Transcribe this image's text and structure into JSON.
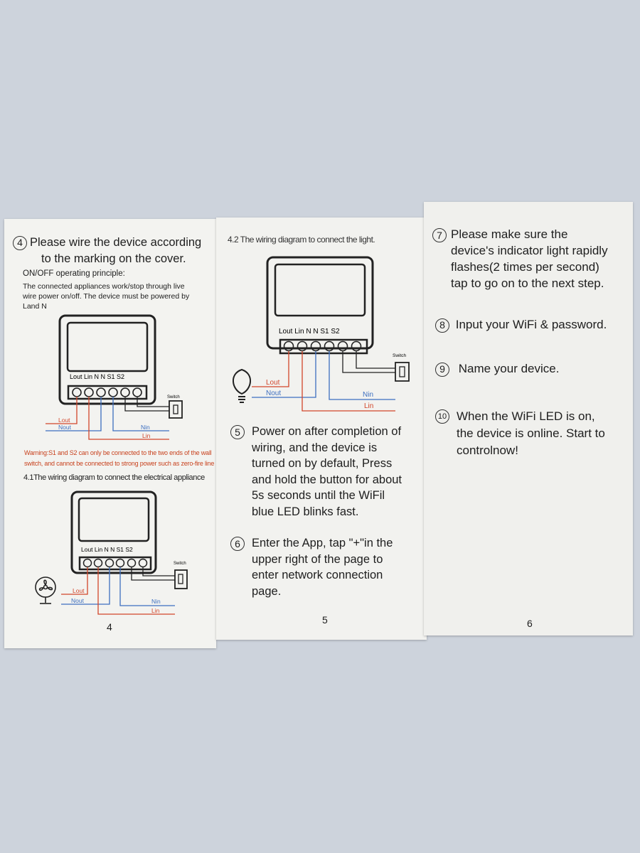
{
  "page4": {
    "step_num": "4",
    "step_line1": "Please wire the device according",
    "step_line2": "to the marking on the cover.",
    "principle_title": "ON/OFF operating principle:",
    "principle_line1": "The connected appliances work/stop through live",
    "principle_line2": "wire power on/off. The device must be powered by",
    "principle_line3": "Land N",
    "terminals": "Lout Lin  N  N  S1  S2",
    "switch_label": "Switch",
    "lout": "Lout",
    "nout": "Nout",
    "nin": "Nin",
    "lin": "Lin",
    "warning_line1": "Warning:S1 and S2 can only be connected to the two ends of the wall",
    "warning_line2": "switch, and cannot be connected to strong power such as zero-fire line",
    "diagram41_title": "4.1The wiring diagram to connect the electrical appliance",
    "page_number": "4"
  },
  "page5": {
    "diagram42_title": "4.2  The wiring diagram to connect the light.",
    "terminals": "Lout Lin  N  N  S1  S2",
    "switch_label": "Switch",
    "lout": "Lout",
    "nout": "Nout",
    "nin": "Nin",
    "lin": "Lin",
    "step5_num": "5",
    "step5_lines": [
      "Power on after completion of",
      "wiring, and the device is",
      "turned on by default, Press",
      "and hold the button for about",
      "5s seconds until the WiFil",
      "blue LED blinks fast."
    ],
    "step6_num": "6",
    "step6_lines": [
      "Enter the App, tap \"+\"in the",
      "upper right of the page to",
      "enter network connection",
      "page."
    ],
    "page_number": "5"
  },
  "page6": {
    "step7_num": "7",
    "step7_lines": [
      "Please make sure the",
      "device's indicator light rapidly",
      "flashes(2 times per second)",
      "tap to go on to the next step."
    ],
    "step8_num": "8",
    "step8_text": "Input your WiFi & password.",
    "step9_num": "9",
    "step9_text": "Name your device.",
    "step10_num": "10",
    "step10_lines": [
      "When the WiFi LED is on,",
      "the device is online. Start to",
      "controlnow!"
    ],
    "page_number": "6"
  },
  "colors": {
    "live": "#d2452a",
    "neutral": "#3d6fc0",
    "wire": "#222222"
  }
}
